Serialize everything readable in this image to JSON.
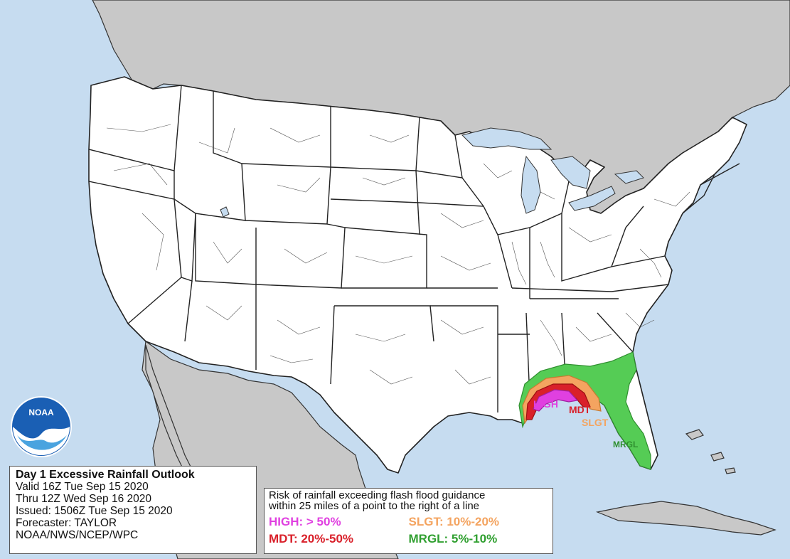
{
  "map": {
    "colors": {
      "ocean": "#c6dcf0",
      "land": "#c8c8c8",
      "high": "#e040e0",
      "mdt": "#d9202a",
      "slgt": "#f4a460",
      "mrgl": "#55cc55"
    }
  },
  "logo": {
    "text": "NOAA",
    "icon": "noaa-logo-icon"
  },
  "outlook": {
    "title": "Day 1 Excessive Rainfall Outlook",
    "valid": "Valid 16Z Tue Sep 15 2020",
    "thru": "Thru 12Z Wed Sep 16 2020",
    "issued": "Issued: 1506Z Tue Sep 15 2020",
    "forecaster": "Forecaster: TAYLOR",
    "agency": "NOAA/NWS/NCEP/WPC"
  },
  "legend": {
    "line1": "Risk of rainfall exceeding flash flood guidance",
    "line2": "within 25 miles of a point to the right of a line",
    "high": "HIGH: > 50%",
    "slgt": "SLGT: 10%-20%",
    "mdt": "MDT: 20%-50%",
    "mrgl": "MRGL: 5%-10%"
  },
  "risk_labels": {
    "high": "HIGH",
    "mdt": "MDT",
    "slgt": "SLGT",
    "mrgl": "MRGL"
  }
}
